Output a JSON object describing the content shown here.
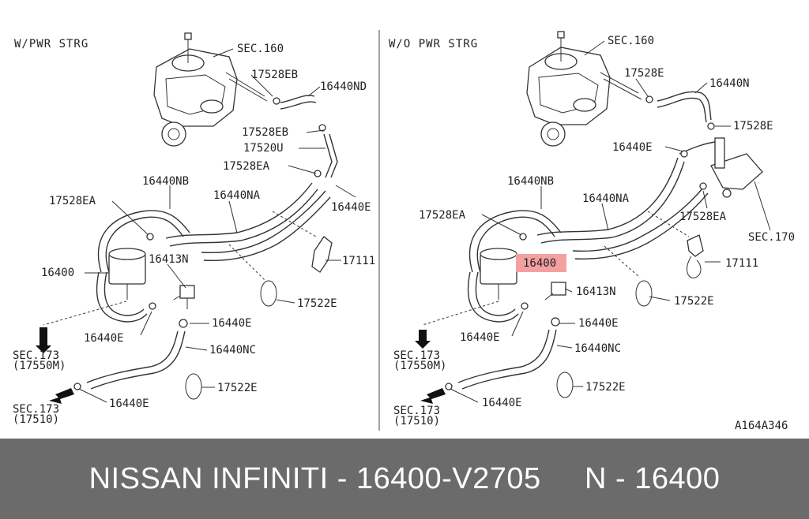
{
  "left_panel": {
    "header": "W/PWR STRG",
    "labels": {
      "sec160": "SEC.160",
      "p17528eb_top": "17528EB",
      "p16440nd": "16440ND",
      "p17528eb_mid": "17528EB",
      "p17520u": "17520U",
      "p17528ea_right": "17528EA",
      "p16440e_right": "16440E",
      "p16440nb": "16440NB",
      "p16440na": "16440NA",
      "p17528ea_left": "17528EA",
      "p16413n": "16413N",
      "p16400": "16400",
      "p17111": "17111",
      "p17522e_top": "17522E",
      "p16440e_mid": "16440E",
      "p16440e_left": "16440E",
      "p16440nc": "16440NC",
      "sec173a": "SEC.173",
      "sec173a_sub": "(17550M)",
      "p17522e_bot": "17522E",
      "p16440e_bot": "16440E",
      "sec173b": "SEC.173",
      "sec173b_sub": "(17510)"
    }
  },
  "right_panel": {
    "header": "W/O PWR STRG",
    "labels": {
      "sec160": "SEC.160",
      "p17528e_top": "17528E",
      "p16440n": "16440N",
      "p17528e_right": "17528E",
      "p16440e_top": "16440E",
      "p16440nb": "16440NB",
      "p16440na": "16440NA",
      "p17528ea_left": "17528EA",
      "p17528ea_right": "17528EA",
      "sec170": "SEC.170",
      "p16400": "16400",
      "p17111": "17111",
      "p16413n": "16413N",
      "p17522e_top": "17522E",
      "p16440e_mid": "16440E",
      "p16440e_left": "16440E",
      "p16440nc": "16440NC",
      "sec173a": "SEC.173",
      "sec173a_sub": "(17550M)",
      "p17522e_bot": "17522E",
      "p16440e_bot": "16440E",
      "sec173b": "SEC.173",
      "sec173b_sub": "(17510)"
    }
  },
  "figure_code": "A164A346",
  "footer": {
    "brand": "NISSAN INFINITI",
    "part_number": "16400-V2705",
    "ref": "N - 16400"
  },
  "colors": {
    "highlight": "#f4a0a0",
    "footer_bg": "#6b6b6b",
    "footer_text": "#ffffff"
  }
}
